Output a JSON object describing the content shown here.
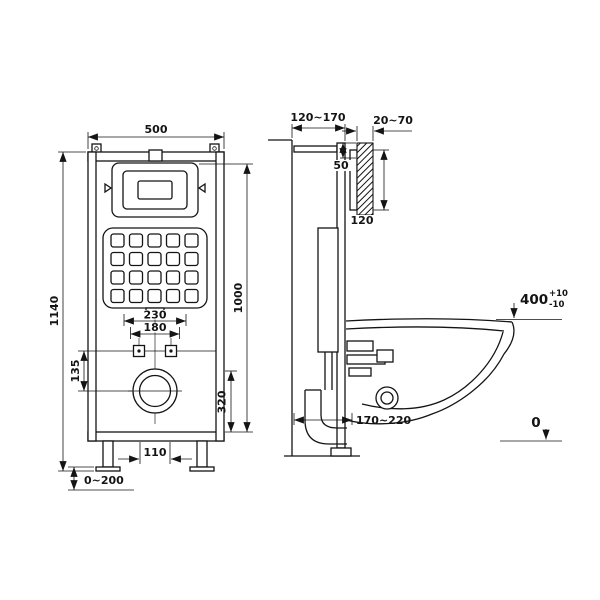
{
  "page": {
    "background_color": "#ffffff",
    "line_color": "#141414"
  },
  "diagram": {
    "front_view": {
      "width": "500",
      "height": "1140",
      "hole_spacing_outer": "230",
      "hole_spacing_inner": "180",
      "drain_offset": "135",
      "top_fixing_height": "1000",
      "outlet_height": "320",
      "bottom_spacing": "110",
      "leg_adjustment": "0~200"
    },
    "side_view": {
      "frame_depth": "120~170",
      "plate_depth": "20~70",
      "plate_inset": "50",
      "plate_height": "120",
      "rim_height": "400",
      "rim_tol_plus": "+10",
      "rim_tol_minus": "-10",
      "floor_level": "0",
      "outlet_distance": "170~220"
    }
  }
}
